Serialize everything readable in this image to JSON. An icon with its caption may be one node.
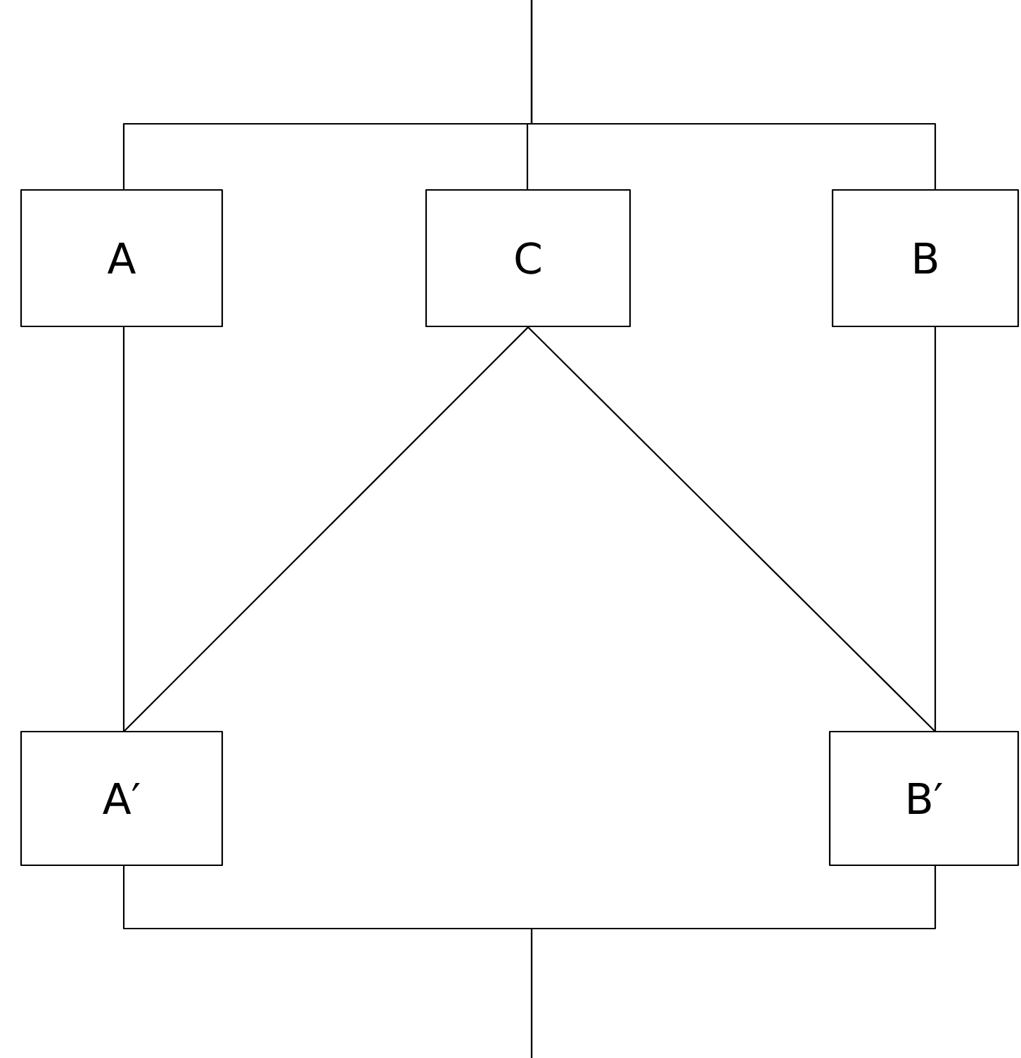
{
  "diagram": {
    "nodes": [
      {
        "text": [
          "A"
        ]
      },
      {
        "text": [
          "C"
        ]
      },
      {
        "text": [
          "B"
        ]
      },
      {
        "text": [
          "A′"
        ]
      },
      {
        "text": [
          "B′"
        ]
      }
    ],
    "edges": [
      {
        "from": null,
        "to": 0,
        "arrow": "none"
      },
      {
        "from": null,
        "to": 1,
        "arrow": "none"
      },
      {
        "from": null,
        "to": 2,
        "arrow": "none"
      },
      {
        "from": 0,
        "to": 3,
        "arrow": "none"
      },
      {
        "from": 2,
        "to": 4,
        "arrow": "none"
      },
      {
        "from": 1,
        "to": 3,
        "arrow": "none"
      },
      {
        "from": 1,
        "to": 4,
        "arrow": "none"
      },
      {
        "from": 3,
        "to": null,
        "arrow": "none"
      },
      {
        "from": 4,
        "to": null,
        "arrow": "none"
      }
    ]
  }
}
